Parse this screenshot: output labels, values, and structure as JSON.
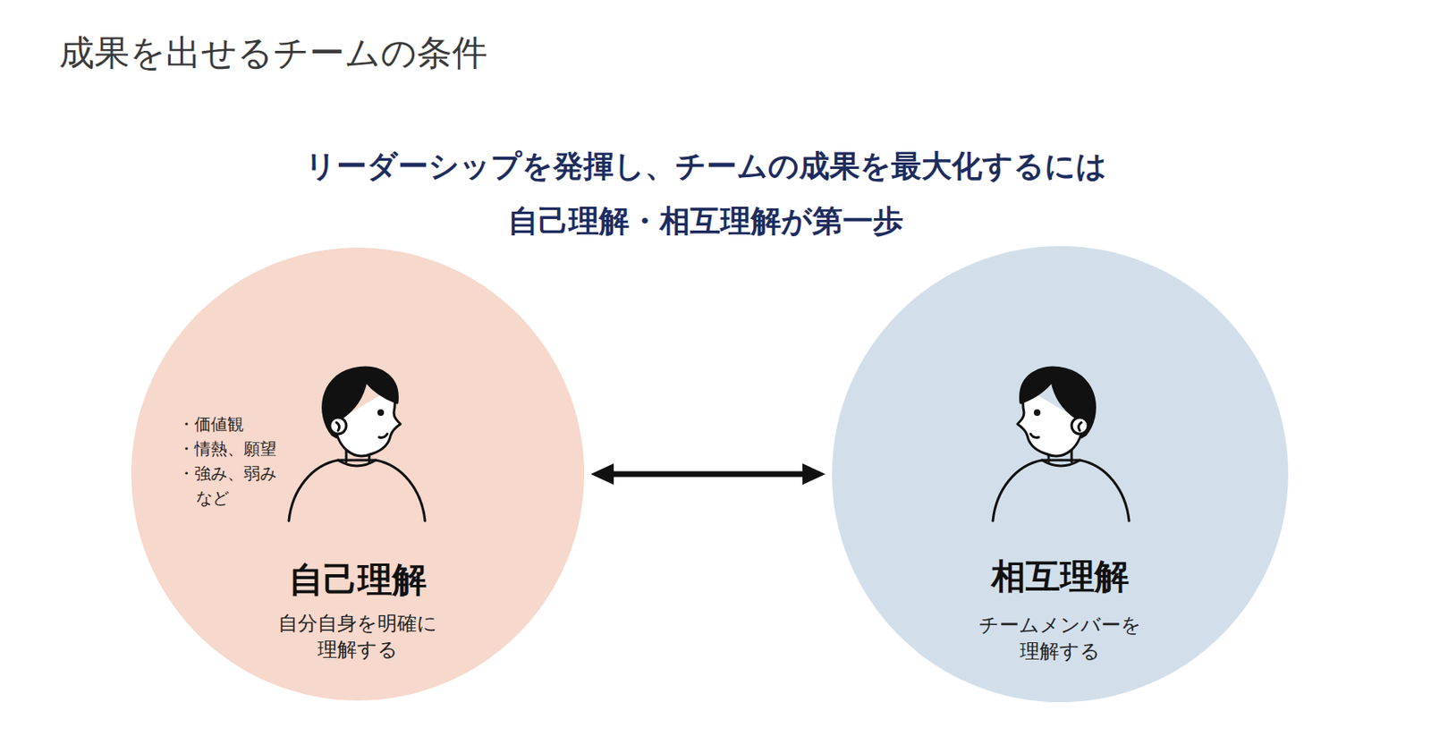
{
  "diagram": {
    "title": "成果を出せるチームの条件",
    "nodes": [
      {
        "text": [
          "・価値観",
          "・情熱、願望",
          "・強み、弱み",
          "など",
          "自己理解",
          "自分自身を明確に 理解する"
        ]
      },
      {
        "text": [
          "相互理解",
          "チームメンバーを 理解する"
        ]
      }
    ],
    "edges": [
      {
        "from": 0,
        "to": 1,
        "arrow": "both"
      }
    ],
    "labels": [
      "リーダーシップを発揮し、チームの成果を最大化するには 自己理解・相互理解が第一歩"
    ]
  }
}
